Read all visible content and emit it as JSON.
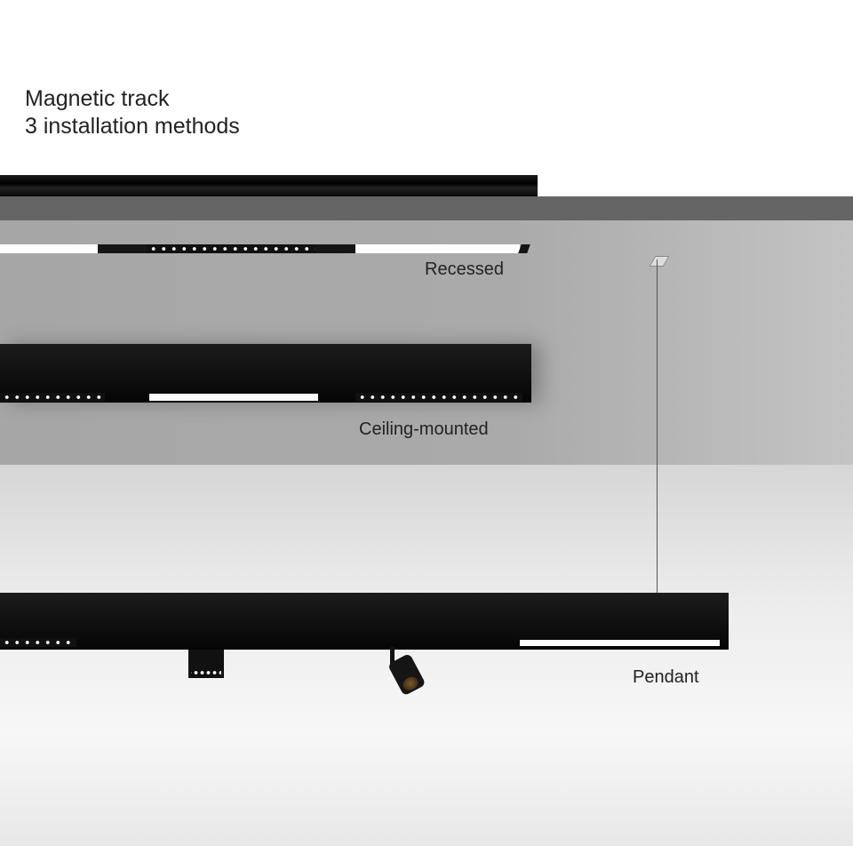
{
  "title": {
    "line1": "Magnetic track",
    "line2": "3 installation methods"
  },
  "labels": {
    "recessed": "Recessed",
    "ceiling": "Ceiling-mounted",
    "pendant": "Pendant"
  }
}
